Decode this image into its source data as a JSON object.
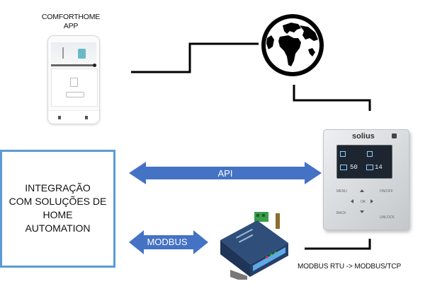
{
  "app_caption": {
    "line1": "COMFORTHOME",
    "line2": "APP"
  },
  "integration": {
    "line1": "INTEGRAÇÃO",
    "line2": "COM SOLUÇÕES DE",
    "line3": "HOME",
    "line4": "AUTOMATION"
  },
  "arrows": {
    "api": "API",
    "modbus": "MODBUS"
  },
  "controller": {
    "brand": "solius",
    "screen_left_value": "50",
    "screen_right_value": "14",
    "keys": {
      "menu": "MENU",
      "onoff": "ON/OFF",
      "ok": "OK",
      "back": "BACK",
      "unlock": "UNLOCK"
    }
  },
  "modbus_caption": "MODBUS RTU -> MODBUS/TCP",
  "colors": {
    "arrow_fill": "#4472c4",
    "box_border": "#5b9bd5",
    "line": "#000000"
  },
  "icons": {
    "globe": "globe-icon",
    "phone": "smartphone-app",
    "controller": "wall-controller",
    "gateway": "modbus-gateway-device"
  }
}
